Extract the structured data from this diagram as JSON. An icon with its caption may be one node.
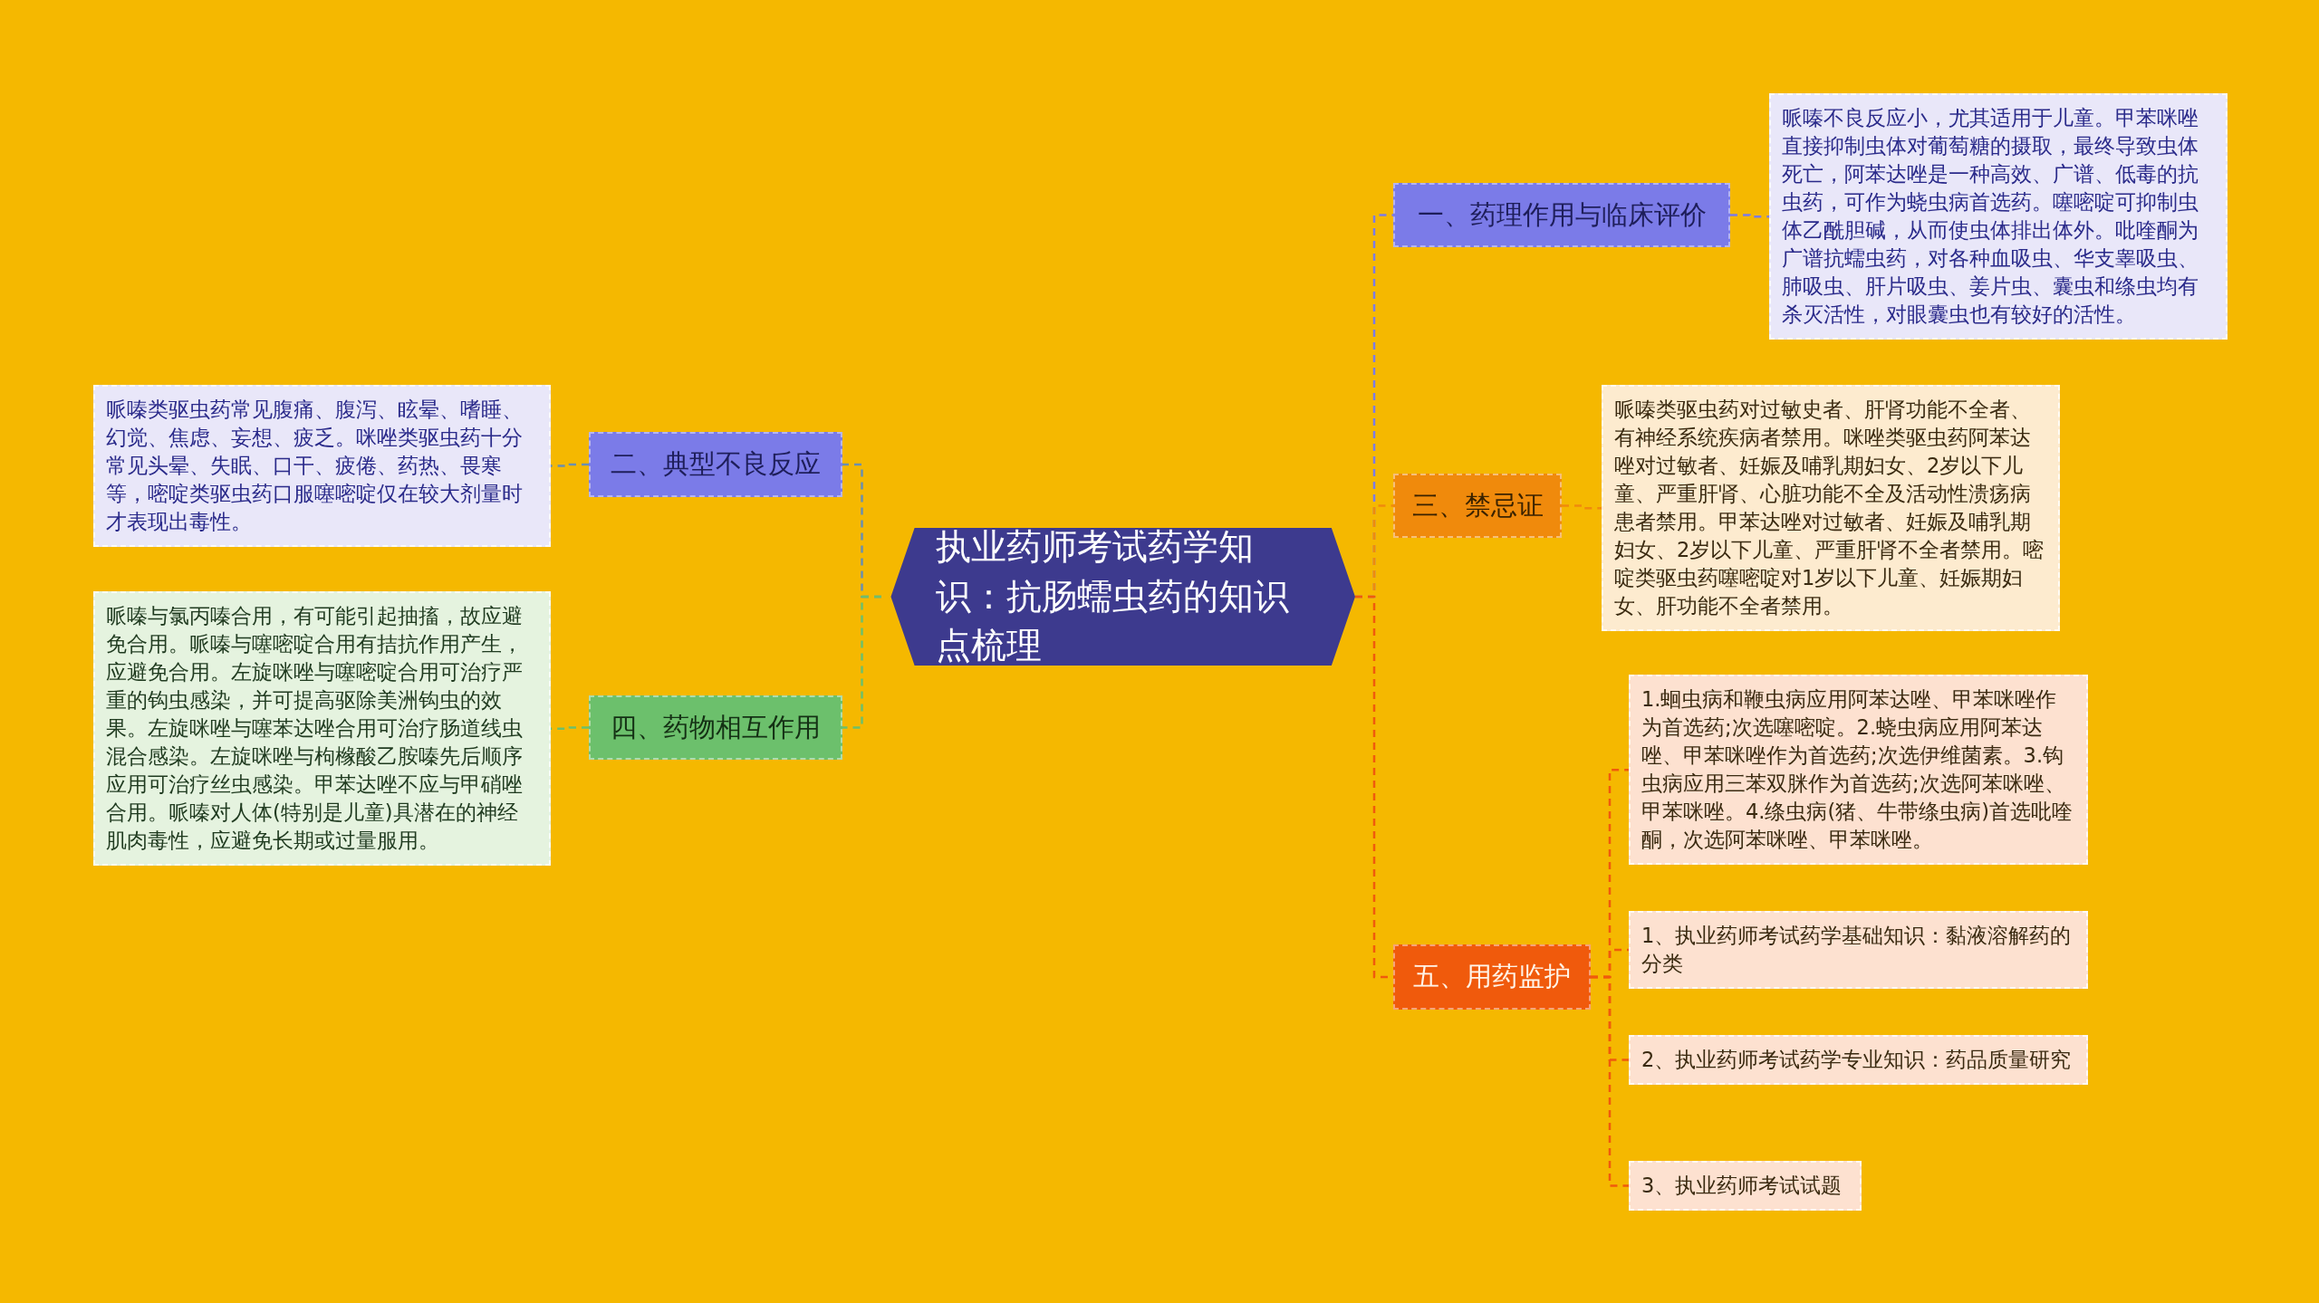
{
  "diagram": {
    "nodes": [
      {
        "text": [
          "执业药师考试药学知识：抗肠蠕虫药的知识点梳理"
        ]
      },
      {
        "text": [
          "一、药理作用与临床评价"
        ]
      },
      {
        "text": [
          "哌嗪不良反应小，尤其适用于儿童。甲苯咪唑直接抑制虫体对葡萄糖的摄取，最终导致虫体死亡，阿苯达唑是一种高效、广谱、低毒的抗虫药，可作为蛲虫病首选药。噻嘧啶可抑制虫体乙酰胆碱，从而使虫体排出体外。吡喹酮为广谱抗蠕虫药，对各种血吸虫、华支睾吸虫、肺吸虫、肝片吸虫、姜片虫、囊虫和绦虫均有杀灭活性，对眼囊虫也有较好的活性。"
        ]
      },
      {
        "text": [
          "三、禁忌证"
        ]
      },
      {
        "text": [
          "哌嗪类驱虫药对过敏史者、肝肾功能不全者、有神经系统疾病者禁用。咪唑类驱虫药阿苯达唑对过敏者、妊娠及哺乳期妇女、2岁以下儿童、严重肝肾、心脏功能不全及活动性溃疡病患者禁用。甲苯达唑对过敏者、妊娠及哺乳期妇女、2岁以下儿童、严重肝肾不全者禁用。嘧啶类驱虫药噻嘧啶对1岁以下儿童、妊娠期妇女、肝功能不全者禁用。"
        ]
      },
      {
        "text": [
          "五、用药监护"
        ]
      },
      {
        "text": [
          "1.蛔虫病和鞭虫病应用阿苯达唑、甲苯咪唑作为首选药;次选噻嘧啶。2.蛲虫病应用阿苯达唑、甲苯咪唑作为首选药;次选伊维菌素。3.钩虫病应用三苯双脒作为首选药;次选阿苯咪唑、甲苯咪唑。4.绦虫病(猪、牛带绦虫病)首选吡喹酮，次选阿苯咪唑、甲苯咪唑。"
        ]
      },
      {
        "text": [
          "1、执业药师考试药学基础知识：黏液溶解药的分类"
        ]
      },
      {
        "text": [
          "2、执业药师考试药学专业知识：药品质量研究"
        ]
      },
      {
        "text": [
          "3、执业药师考试试题"
        ]
      },
      {
        "text": [
          "二、典型不良反应"
        ]
      },
      {
        "text": [
          "哌嗪类驱虫药常见腹痛、腹泻、眩晕、嗜睡、幻觉、焦虑、妄想、疲乏。咪唑类驱虫药十分常见头晕、失眠、口干、疲倦、药热、畏寒等，嘧啶类驱虫药口服噻嘧啶仅在较大剂量时才表现出毒性。"
        ]
      },
      {
        "text": [
          "四、药物相互作用"
        ]
      },
      {
        "text": [
          "哌嗪与氯丙嗪合用，有可能引起抽搐，故应避免合用。哌嗪与噻嘧啶合用有拮抗作用产生，应避免合用。左旋咪唑与噻嘧啶合用可治疗严重的钩虫感染，并可提高驱除美洲钩虫的效果。左旋咪唑与噻苯达唑合用可治疗肠道线虫混合感染。左旋咪唑与枸橼酸乙胺嗪先后顺序应用可治疗丝虫感染。甲苯达唑不应与甲硝唑合用。哌嗪对人体(特别是儿童)具潜在的神经肌肉毒性，应避免长期或过量服用。"
        ]
      }
    ],
    "edges": [
      {
        "from": 0,
        "to": 1,
        "arrow": "none",
        "style": "dashed",
        "color": "#7b7be8"
      },
      {
        "from": 1,
        "to": 2,
        "arrow": "none",
        "style": "dashed",
        "color": "#7b7be8"
      },
      {
        "from": 0,
        "to": 3,
        "arrow": "none",
        "style": "dashed",
        "color": "#f08a0c"
      },
      {
        "from": 3,
        "to": 4,
        "arrow": "none",
        "style": "dashed",
        "color": "#f08a0c"
      },
      {
        "from": 0,
        "to": 5,
        "arrow": "none",
        "style": "dashed",
        "color": "#f05a0c"
      },
      {
        "from": 5,
        "to": 6,
        "arrow": "none",
        "style": "dashed",
        "color": "#f05a0c"
      },
      {
        "from": 5,
        "to": 7,
        "arrow": "none",
        "style": "dashed",
        "color": "#f05a0c"
      },
      {
        "from": 5,
        "to": 8,
        "arrow": "none",
        "style": "dashed",
        "color": "#f05a0c"
      },
      {
        "from": 5,
        "to": 9,
        "arrow": "none",
        "style": "dashed",
        "color": "#f05a0c"
      },
      {
        "from": 0,
        "to": 10,
        "arrow": "none",
        "style": "dashed",
        "color": "#6a8fb0"
      },
      {
        "from": 10,
        "to": 11,
        "arrow": "none",
        "style": "dashed",
        "color": "#6a8fb0"
      },
      {
        "from": 0,
        "to": 12,
        "arrow": "none",
        "style": "dashed",
        "color": "#6cc06c"
      },
      {
        "from": 12,
        "to": 13,
        "arrow": "none",
        "style": "dashed",
        "color": "#6cc06c"
      }
    ]
  }
}
